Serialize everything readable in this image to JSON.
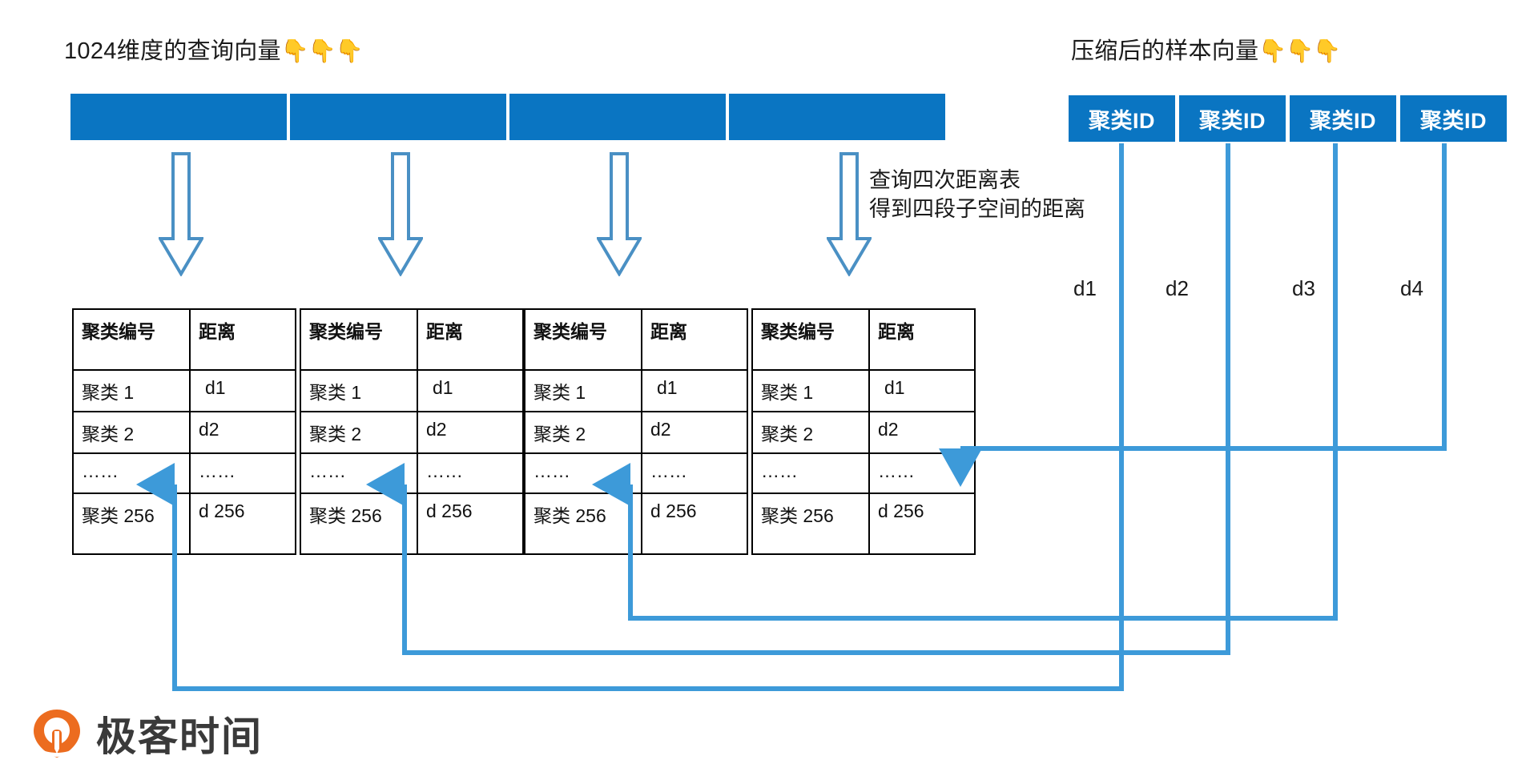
{
  "titles": {
    "query_vector": "1024维度的查询向量",
    "query_vector_emoji": "👇👇👇",
    "compressed_vector": "压缩后的样本向量",
    "compressed_vector_emoji": "👇👇👇"
  },
  "query_bar": {
    "segments": [
      "",
      "",
      "",
      ""
    ]
  },
  "cluster_row": {
    "boxes": [
      {
        "label": "聚类ID"
      },
      {
        "label": "聚类ID"
      },
      {
        "label": "聚类ID"
      },
      {
        "label": "聚类ID"
      }
    ]
  },
  "annotation": {
    "line1": "查询四次距离表",
    "line2": "得到四段子空间的距离"
  },
  "distance_labels": [
    "d1",
    "d2",
    "d3",
    "d4"
  ],
  "distance_tables": [
    {
      "headers": [
        "聚类编号",
        "距离"
      ],
      "rows": [
        [
          "聚类 1",
          "d1"
        ],
        [
          "聚类 2",
          "d2"
        ],
        [
          "……",
          "……"
        ],
        [
          "聚类 256",
          "d 256"
        ]
      ]
    },
    {
      "headers": [
        "聚类编号",
        "距离"
      ],
      "rows": [
        [
          "聚类 1",
          "d1"
        ],
        [
          "聚类 2",
          "d2"
        ],
        [
          "……",
          "……"
        ],
        [
          "聚类 256",
          "d 256"
        ]
      ]
    },
    {
      "headers": [
        "聚类编号",
        "距离"
      ],
      "rows": [
        [
          "聚类 1",
          "d1"
        ],
        [
          "聚类 2",
          "d2"
        ],
        [
          "……",
          "……"
        ],
        [
          "聚类 256",
          "d 256"
        ]
      ]
    },
    {
      "headers": [
        "聚类编号",
        "距离"
      ],
      "rows": [
        [
          "聚类 1",
          "d1"
        ],
        [
          "聚类 2",
          "d2"
        ],
        [
          "……",
          "……"
        ],
        [
          "聚类 256",
          "d 256"
        ]
      ]
    }
  ],
  "logo": {
    "text": "极客时间"
  },
  "colors": {
    "vector_blue": "#0a75c2",
    "connector_blue": "#3d9ad9",
    "arrow_outline": "#4a90c4",
    "table_border": "#000000",
    "logo_orange": "#ec6c1f",
    "text": "#1a1a1a"
  }
}
